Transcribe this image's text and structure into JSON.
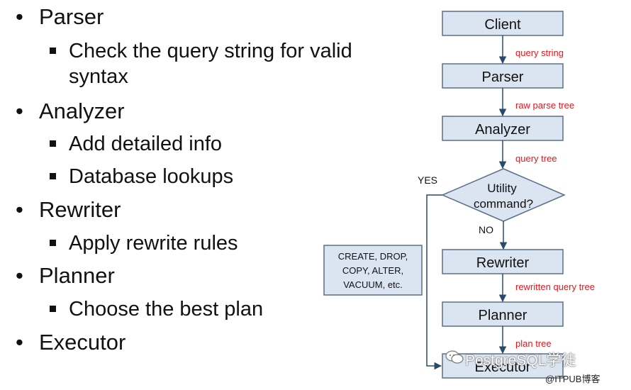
{
  "bullets": [
    {
      "label": "Parser",
      "sub": [
        "Check the query string for valid syntax"
      ]
    },
    {
      "label": "Analyzer",
      "sub": [
        "Add detailed info",
        "Database lookups"
      ]
    },
    {
      "label": "Rewriter",
      "sub": [
        "Apply rewrite rules"
      ]
    },
    {
      "label": "Planner",
      "sub": [
        "Choose the  best plan"
      ]
    },
    {
      "label": "Executor",
      "sub": []
    }
  ],
  "bullet_symbol": "•",
  "flow": {
    "boxes": {
      "client": "Client",
      "parser": "Parser",
      "analyzer": "Analyzer",
      "rewriter": "Rewriter",
      "planner": "Planner",
      "executor": "Executor"
    },
    "decision": {
      "line1": "Utility",
      "line2": "command?"
    },
    "edges": {
      "query_string": "query string",
      "raw_parse_tree": "raw parse tree",
      "query_tree": "query tree",
      "rewritten_query_tree": "rewritten query tree",
      "plan_tree": "plan tree"
    },
    "yes": "YES",
    "no": "NO",
    "utility_box": [
      "CREATE, DROP,",
      "COPY, ALTER,",
      "VACUUM, etc."
    ]
  },
  "watermark": {
    "text": "PostgreSQL学徒",
    "site": "@ITPUB博客"
  },
  "colors": {
    "box_fill": "#dbe5f1",
    "box_stroke": "#5a6f88",
    "edge_label": "#e8141b",
    "arrow": "#2a4a6a"
  }
}
